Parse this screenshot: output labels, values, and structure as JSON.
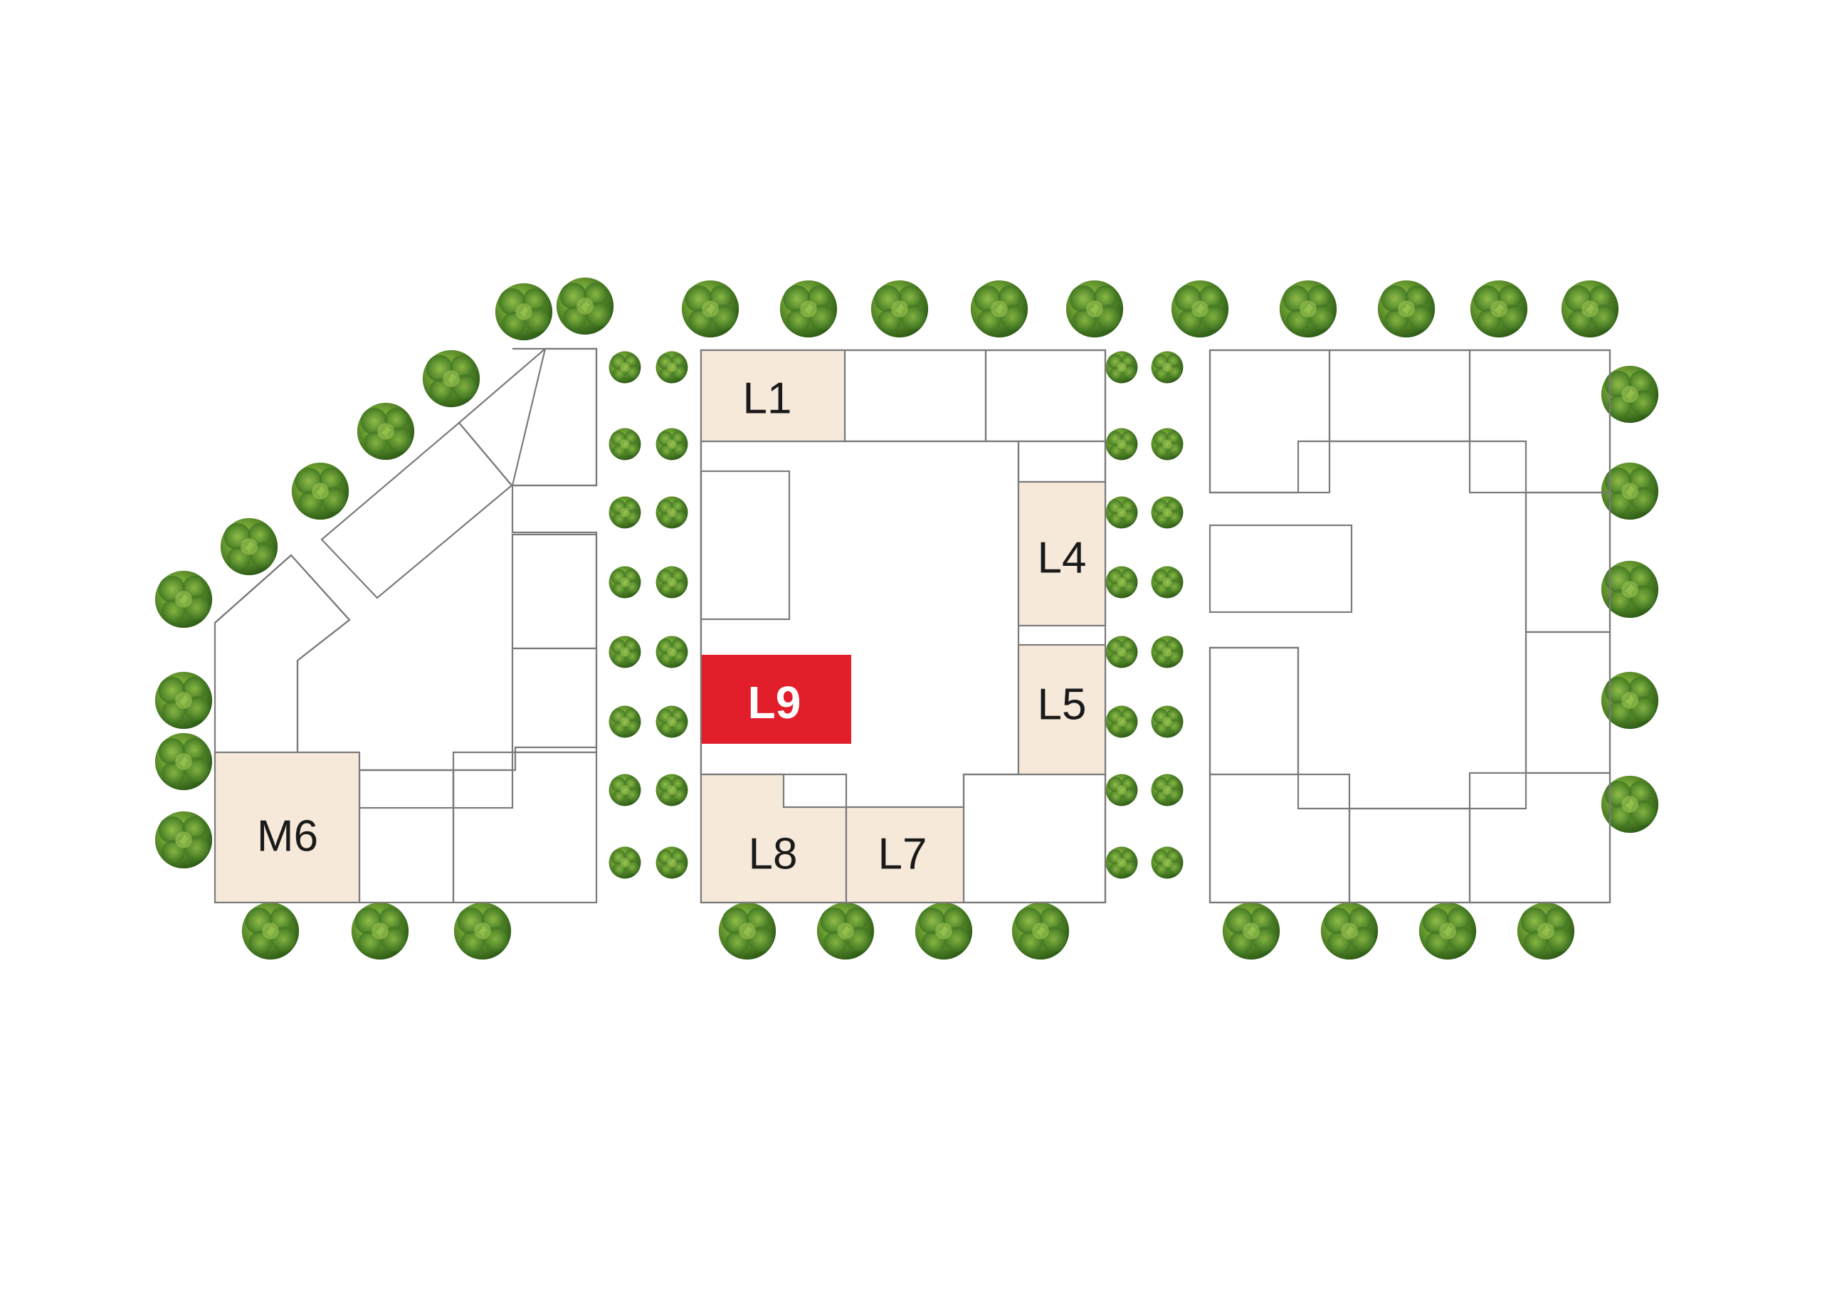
{
  "plan": {
    "units": {
      "l1": "L1",
      "l4": "L4",
      "l5": "L5",
      "l7": "L7",
      "l8": "L8",
      "m6": "M6"
    },
    "selected_unit": "L9"
  },
  "colors": {
    "available": "#f6e9da",
    "selected": "#e31e2b",
    "outline": "#7a7a7a",
    "tree_dark": "#2f6a1c",
    "tree_light": "#7fb23c"
  },
  "icons": {
    "tree": "tree-icon"
  }
}
